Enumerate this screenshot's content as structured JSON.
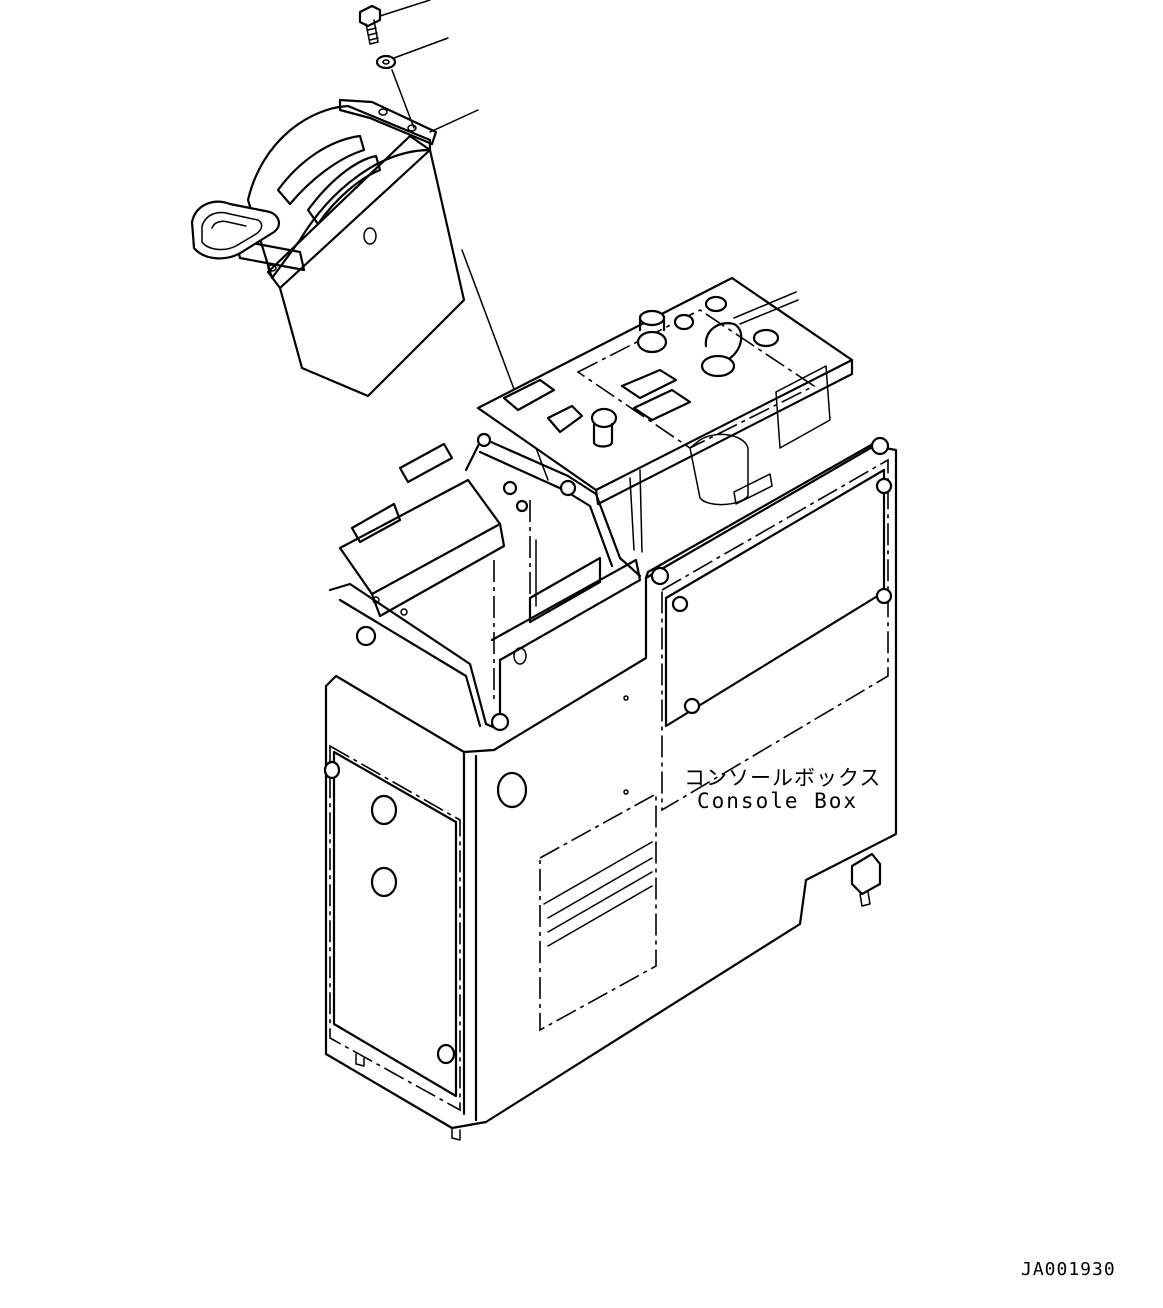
{
  "callout": {
    "name_jp": "コンソールボックス",
    "name_en": "Console Box"
  },
  "drawing_number": "JA001930",
  "parts": {
    "bolt": "bolt-icon",
    "washer": "washer-icon",
    "cover": "control-lever-cover",
    "console": "console-box-body"
  }
}
